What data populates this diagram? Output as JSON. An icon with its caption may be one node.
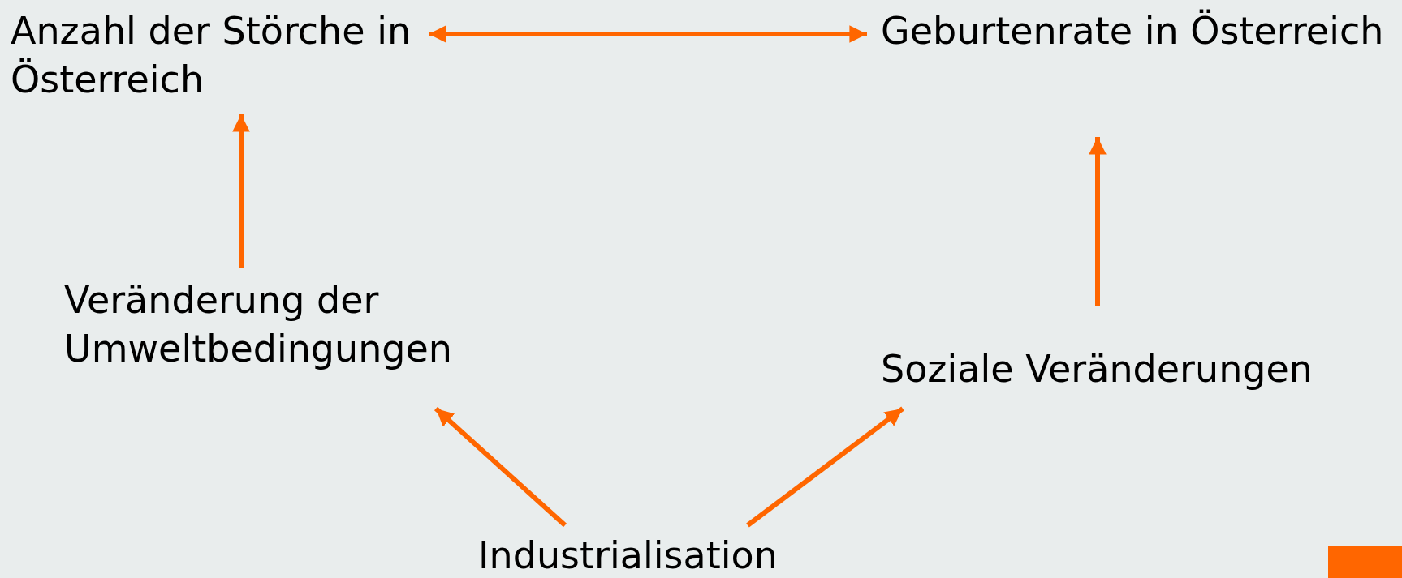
{
  "diagram": {
    "nodes": [
      {
        "text": [
          "Anzahl der Störche in Österreich"
        ]
      },
      {
        "text": [
          "Geburtenrate in Österreich"
        ]
      },
      {
        "text": [
          "Veränderung der Umweltbedingungen"
        ]
      },
      {
        "text": [
          "Soziale Veränderungen"
        ]
      },
      {
        "text": [
          "Industrialisation"
        ]
      }
    ],
    "edges": [
      {
        "from": 0,
        "to": 1,
        "arrow": "both"
      },
      {
        "from": 2,
        "to": 0,
        "arrow": "to"
      },
      {
        "from": 3,
        "to": 1,
        "arrow": "to"
      },
      {
        "from": 4,
        "to": 2,
        "arrow": "to"
      },
      {
        "from": 4,
        "to": 3,
        "arrow": "to"
      }
    ]
  }
}
